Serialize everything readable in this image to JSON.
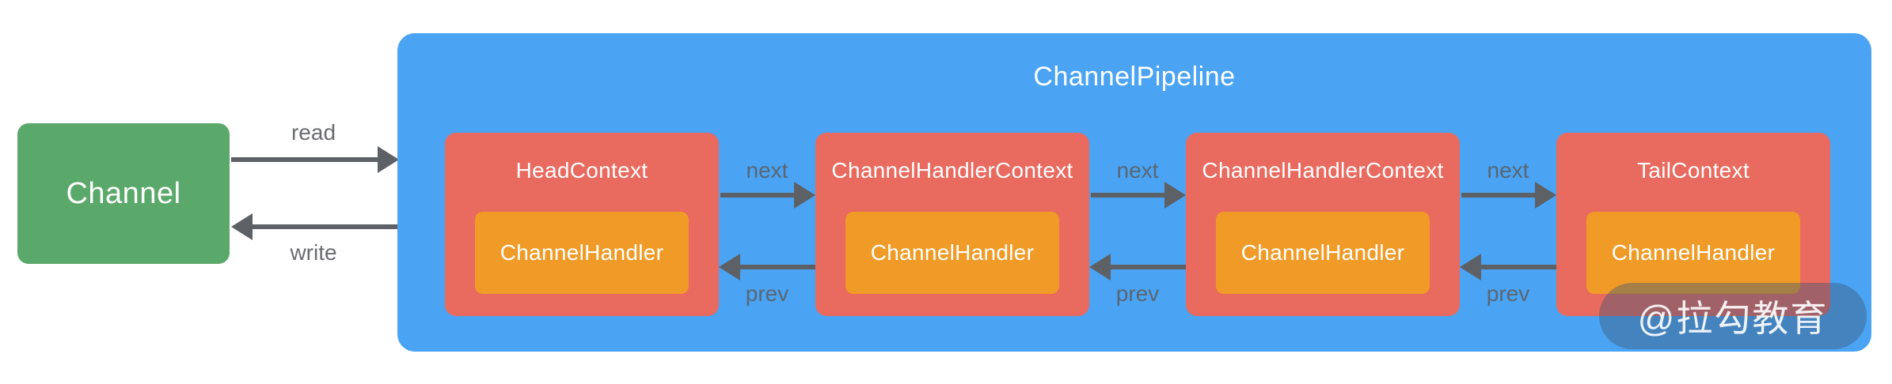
{
  "colors": {
    "pipeline_blue": "#4aa4f3",
    "channel_green": "#5ba96a",
    "context_red": "#e96a5e",
    "handler_orange": "#f09b27",
    "arrow_gray": "#5d6065"
  },
  "channel": {
    "label": "Channel"
  },
  "flow": {
    "read_label": "read",
    "write_label": "write"
  },
  "pipeline": {
    "title": "ChannelPipeline",
    "contexts": [
      {
        "title": "HeadContext",
        "handler_label": "ChannelHandler"
      },
      {
        "title": "ChannelHandlerContext",
        "handler_label": "ChannelHandler"
      },
      {
        "title": "ChannelHandlerContext",
        "handler_label": "ChannelHandler"
      },
      {
        "title": "TailContext",
        "handler_label": "ChannelHandler"
      }
    ],
    "link_labels": {
      "next": "next",
      "prev": "prev"
    }
  },
  "watermark": {
    "label": "@拉勾教育"
  }
}
